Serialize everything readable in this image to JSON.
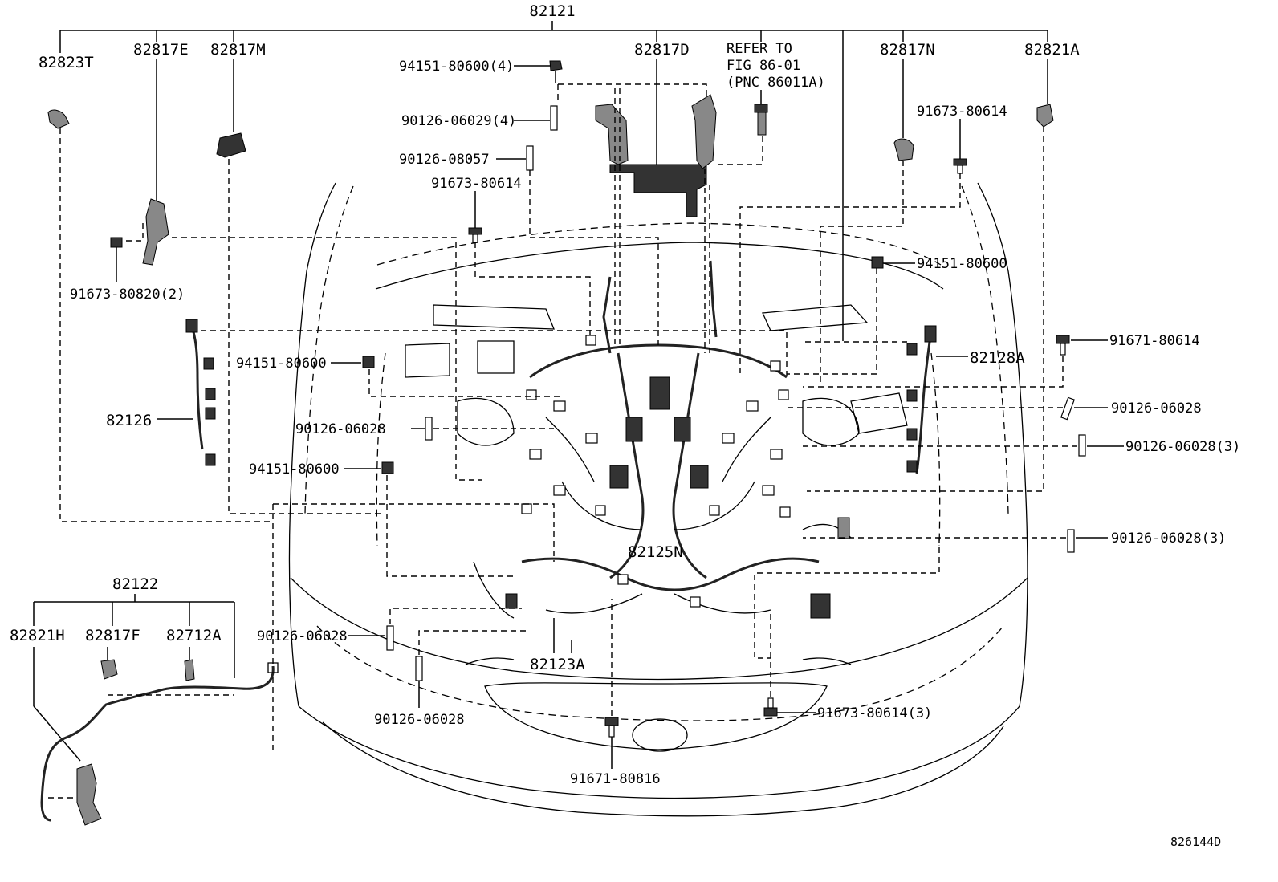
{
  "diagram": {
    "main_assembly": "82121",
    "figure_id": "826144D",
    "refer_note": [
      "REFER TO",
      "FIG 86-01",
      "(PNC 86011A)"
    ],
    "labels": {
      "p82823T": "82823T",
      "p82817E": "82817E",
      "p82817M": "82817M",
      "p82817D": "82817D",
      "p82817N": "82817N",
      "p82821A": "82821A",
      "p91673_80820_2": "91673-80820(2)",
      "p82126": "82126",
      "p94151_80600_4": "94151-80600(4)",
      "p90126_06029_4": "90126-06029(4)",
      "p90126_08057": "90126-08057",
      "p91673_80614_a": "91673-80614",
      "p91673_80614_b": "91673-80614",
      "p94151_80600_a": "94151-80600",
      "p94151_80600_b": "94151-80600",
      "p94151_80600_c": "94151-80600",
      "p90126_06028_a": "90126-06028",
      "p82128A": "82128A",
      "p91671_80614": "91671-80614",
      "p90126_06028_b": "90126-06028",
      "p90126_06028_3a": "90126-06028(3)",
      "p90126_06028_3b": "90126-06028(3)",
      "p82125N": "82125N",
      "p82122": "82122",
      "p82821H": "82821H",
      "p82817F": "82817F",
      "p82712A": "82712A",
      "p90126_06028_c": "90126-06028",
      "p90126_06028_d": "90126-06028",
      "p82123A": "82123A",
      "p91673_80614_3": "91673-80614(3)",
      "p91671_80816": "91671-80816"
    }
  }
}
